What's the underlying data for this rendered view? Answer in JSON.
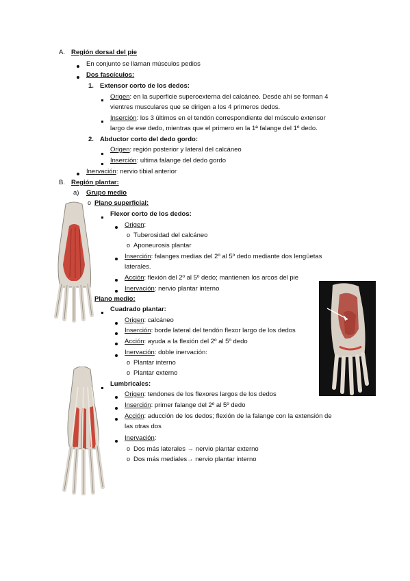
{
  "sections": {
    "a": {
      "label": "A.",
      "title": "Región dorsal del pie"
    },
    "b": {
      "label": "B.",
      "title": "Región plantar:"
    }
  },
  "dorsal": {
    "intro": "En conjunto se llaman músculos pedios",
    "fasciculos": "Dos fascículos:",
    "m1": {
      "num": "1.",
      "name": "Extensor corto de los dedos:",
      "origen_label": "Origen",
      "origen_l1": ": en la superficie superoexterna del calcáneo. Desde ahí se forman 4",
      "origen_l2": "vientres musculares que se dirigen a los 4 primeros dedos.",
      "insercion_label": "Inserción",
      "insercion_l1": ": los 3 últimos en el tendón correspondiente del músculo extensor",
      "insercion_l2": "largo de ese dedo, mientras que el primero en la 1ª falange del 1º dedo."
    },
    "m2": {
      "num": "2.",
      "name": "Abductor corto del dedo gordo:",
      "origen_label": "Origen",
      "origen": ": región posterior y lateral del calcáneo",
      "insercion_label": "Inserción",
      "insercion": ": ultima falange del dedo gordo"
    },
    "inervacion_label": "Inervación",
    "inervacion": ": nervio tibial anterior"
  },
  "plantar": {
    "grupo_letter": "a)",
    "grupo": "Grupo medio",
    "superficial": {
      "title": "Plano superficial:",
      "muscle": "Flexor corto de los dedos:",
      "origen_label": "Origen",
      "origen_colon": ":",
      "origen_items": [
        "Tuberosidad del calcáneo",
        "Aponeurosis plantar"
      ],
      "insercion_label": "Inserción",
      "insercion_l1": ": falanges medias del 2º al 5º dedo mediante dos lengüetas",
      "insercion_l2": "laterales.",
      "accion_label": "Acción",
      "accion": ": flexión del 2º al 5º dedo; mantienen los arcos del pie",
      "inervacion_label": "Inervación",
      "inervacion": ": nervio plantar interno"
    },
    "medio": {
      "title": "Plano medio:",
      "cuadrado": {
        "name": "Cuadrado plantar:",
        "origen_label": "Origen",
        "origen": ": calcáneo",
        "insercion_label": "Inserción",
        "insercion": ": borde lateral del tendón flexor largo de los dedos",
        "accion_label": "Acción",
        "accion": ": ayuda a la flexión del 2º al 5º dedo",
        "inervacion_label": "Inervación",
        "inervacion": ": doble inervación:",
        "inervacion_items": [
          "Plantar interno",
          "Plantar externo"
        ]
      },
      "lumbricales": {
        "name": "Lumbricales:",
        "origen_label": "Origen",
        "origen": ": tendones de los flexores largos de los dedos",
        "insercion_label": "Inserción",
        "insercion": ": primer falange del 2º al 5º dedo",
        "accion_label": "Acción",
        "accion_l1": ": aducción de los dedos; flexión de la falange con la extensión de",
        "accion_l2": "las otras dos",
        "inervacion_label": "Inervación",
        "inervacion_colon": ":",
        "inervacion_items": [
          "Dos más laterales → nervio plantar externo",
          "Dos más mediales→ nervio plantar interno"
        ]
      }
    }
  },
  "colors": {
    "muscle": "#c8473a",
    "bone": "#dcd6cc",
    "photo_bg": "#111111"
  }
}
